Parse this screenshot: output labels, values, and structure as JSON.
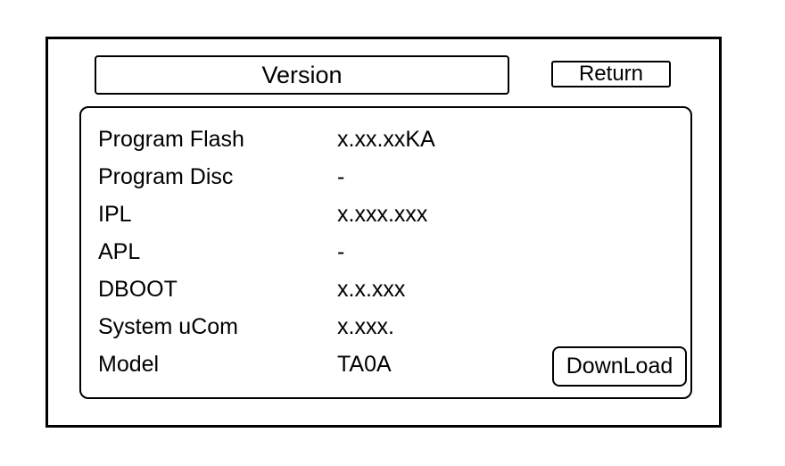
{
  "screen": {
    "title": "Version",
    "buttons": {
      "return_label": "Return",
      "download_label": "DownLoad"
    },
    "rows": [
      {
        "label": "Program Flash",
        "value": "x.xx.xxKA"
      },
      {
        "label": "Program Disc",
        "value": "-"
      },
      {
        "label": "IPL",
        "value": "x.xxx.xxx"
      },
      {
        "label": "APL",
        "value": "-"
      },
      {
        "label": "DBOOT",
        "value": "x.x.xxx"
      },
      {
        "label": "System uCom",
        "value": "x.xxx."
      },
      {
        "label": "Model",
        "value": "TA0A"
      }
    ],
    "colors": {
      "foreground": "#000000",
      "background": "#ffffff"
    }
  }
}
